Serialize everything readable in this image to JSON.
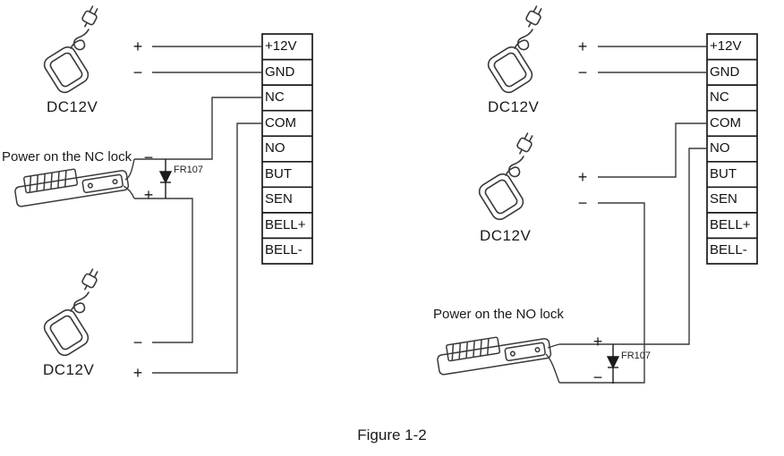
{
  "figure": {
    "caption": "Figure 1-2"
  },
  "terminal_labels": [
    "+12V",
    "GND",
    "NC",
    "COM",
    "NO",
    "BUT",
    "SEN",
    "BELL+",
    "BELL-"
  ],
  "symbols": {
    "plus": "+",
    "minus": "−"
  },
  "left_diagram": {
    "psu_top_label": "DC12V",
    "psu_bottom_label": "DC12V",
    "lock_caption": "Power on the NC lock",
    "diode_label": "FR107"
  },
  "right_diagram": {
    "psu_top_label": "DC12V",
    "psu_mid_label": "DC12V",
    "lock_caption": "Power on the NO lock",
    "diode_label": "FR107"
  }
}
